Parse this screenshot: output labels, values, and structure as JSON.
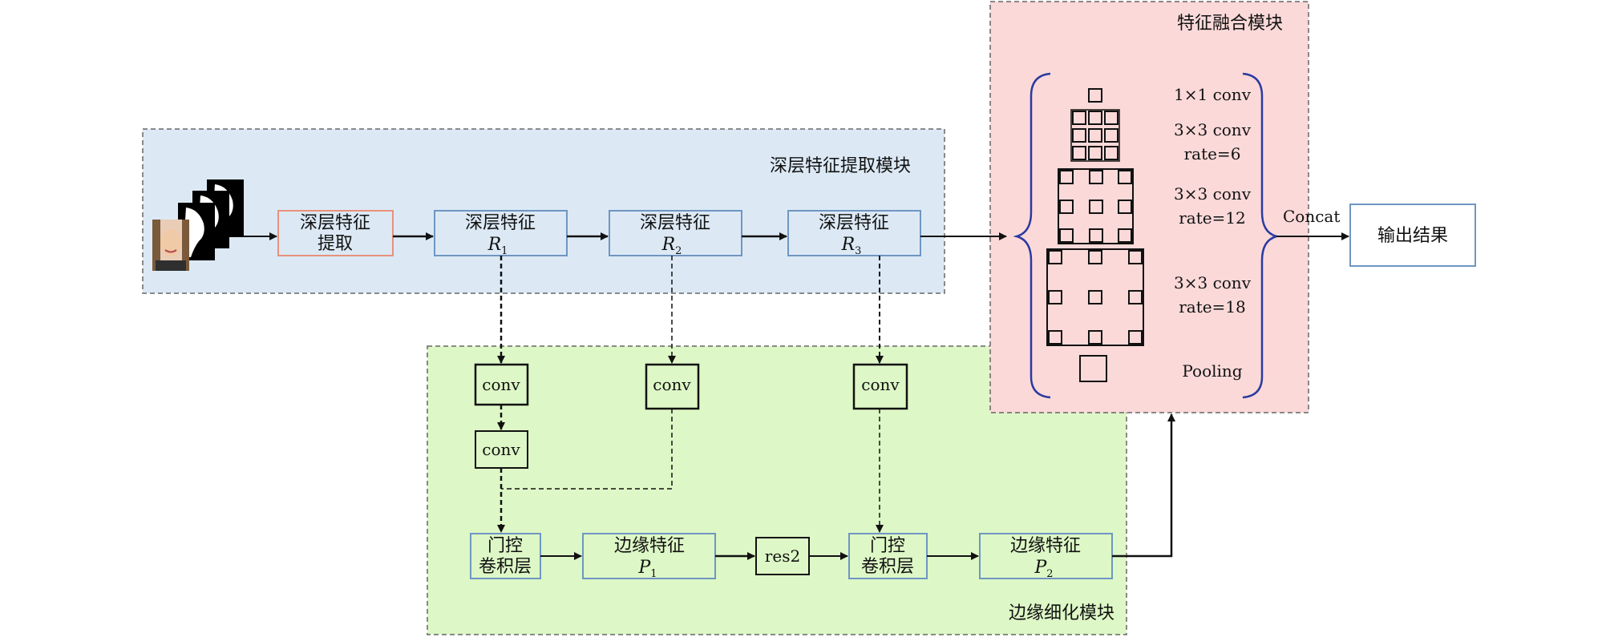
{
  "modules": {
    "deep": {
      "title": "深层特征提取模块"
    },
    "fusion": {
      "title": "特征融合模块"
    },
    "edge": {
      "title": "边缘细化模块"
    }
  },
  "deep_blocks": {
    "extract": {
      "line1": "深层特征",
      "line2": "提取"
    },
    "r1": {
      "line1": "深层特征",
      "var": "R",
      "sub": "1"
    },
    "r2": {
      "line1": "深层特征",
      "var": "R",
      "sub": "2"
    },
    "r3": {
      "line1": "深层特征",
      "var": "R",
      "sub": "3"
    }
  },
  "edge_blocks": {
    "conv_a": "conv",
    "conv_b": "conv",
    "conv_c": "conv",
    "conv_d": "conv",
    "gate1": {
      "line1": "门控",
      "line2": "卷积层"
    },
    "p1": {
      "line1": "边缘特征",
      "var": "P",
      "sub": "1"
    },
    "res2": "res2",
    "gate2": {
      "line1": "门控",
      "line2": "卷积层"
    },
    "p2": {
      "line1": "边缘特征",
      "var": "P",
      "sub": "2"
    }
  },
  "fusion_ops": {
    "op1": {
      "line1": "1×1 conv"
    },
    "op2": {
      "line1": "3×3 conv",
      "line2": "rate=6"
    },
    "op3": {
      "line1": "3×3 conv",
      "line2": "rate=12"
    },
    "op4": {
      "line1": "3×3 conv",
      "line2": "rate=18"
    },
    "op5": {
      "line1": "Pooling"
    }
  },
  "concat_label": "Concat",
  "output_label": "输出结果",
  "colors": {
    "deep_bg": "#dce9f5",
    "fusion_bg": "#fbd9d9",
    "edge_bg": "#ddf7c6",
    "block_border": "#6f96c2",
    "extract_border": "#e8917a",
    "brace": "#2a3aa0"
  }
}
